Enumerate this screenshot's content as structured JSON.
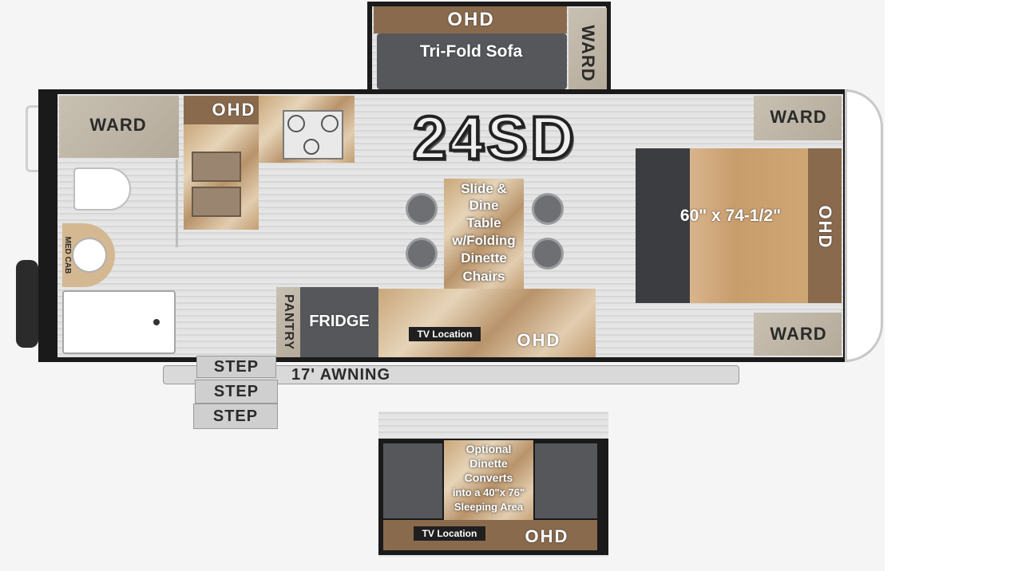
{
  "model": "24SD",
  "labels": {
    "ohd": "OHD",
    "ward": "WARD",
    "sofa": "Tri-Fold Sofa",
    "table_lines": [
      "Slide &",
      "Dine",
      "Table",
      "w/Folding",
      "Dinette",
      "Chairs"
    ],
    "bed_size": "60\" x 74-1/2\"",
    "fridge": "FRIDGE",
    "pantry": "PANTRY",
    "tv_location": "TV Location",
    "step": "STEP",
    "awning": "17' AWNING",
    "med_cab": "MED CAB"
  },
  "inset": {
    "lines": [
      "Optional",
      "Dinette",
      "Converts",
      "into a 40\"x 76\"",
      "Sleeping Area"
    ],
    "tv_location": "TV Location",
    "ohd": "OHD"
  }
}
